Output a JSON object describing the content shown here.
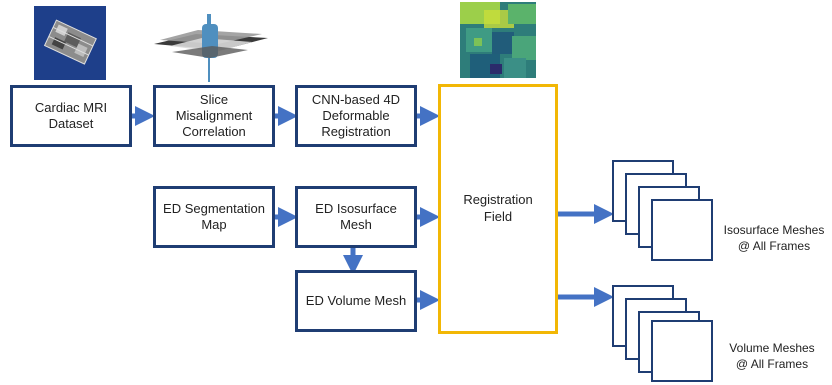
{
  "boxes": {
    "cardiac_mri": "Cardiac MRI\nDataset",
    "slice_misalignment": "Slice\nMisalignment\nCorrelation",
    "cnn_registration": "CNN-based 4D\nDeformable\nRegistration",
    "ed_segmentation": "ED Segmentation\nMap",
    "ed_isosurface": "ED Isosurface\nMesh",
    "ed_volume": "ED Volume Mesh",
    "registration_field": "Registration\nField"
  },
  "outputs": {
    "isosurface_meshes": "Isosurface Meshes\n@ All Frames",
    "volume_meshes": "Volume Meshes\n@ All Frames"
  },
  "colors": {
    "box_border": "#1f3d73",
    "arrow": "#4472c4",
    "registration_border": "#f2b705"
  },
  "icons": [
    "mri-slice-stack-thumbnail",
    "misaligned-slices-3d-thumbnail",
    "registration-field-heatmap-thumbnail"
  ]
}
